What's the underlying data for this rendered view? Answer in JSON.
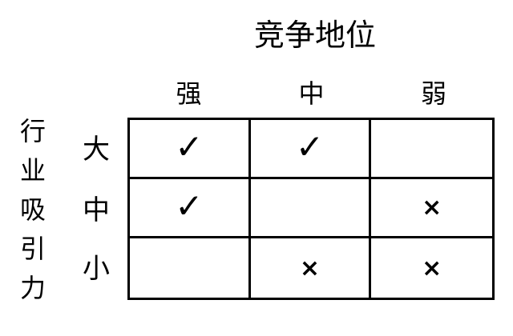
{
  "title": "竞争地位",
  "y_axis": {
    "label": "行业吸引力",
    "chars": [
      "行",
      "业",
      "吸",
      "引",
      "力"
    ]
  },
  "columns": [
    "强",
    "中",
    "弱"
  ],
  "rows": [
    "大",
    "中",
    "小"
  ],
  "cells": [
    [
      "✓",
      "✓",
      ""
    ],
    [
      "✓",
      "",
      "×"
    ],
    [
      "",
      "×",
      "×"
    ]
  ],
  "marks": {
    "check": "✓",
    "cross": "×"
  },
  "colors": {
    "foreground": "#000000",
    "background": "#ffffff"
  }
}
